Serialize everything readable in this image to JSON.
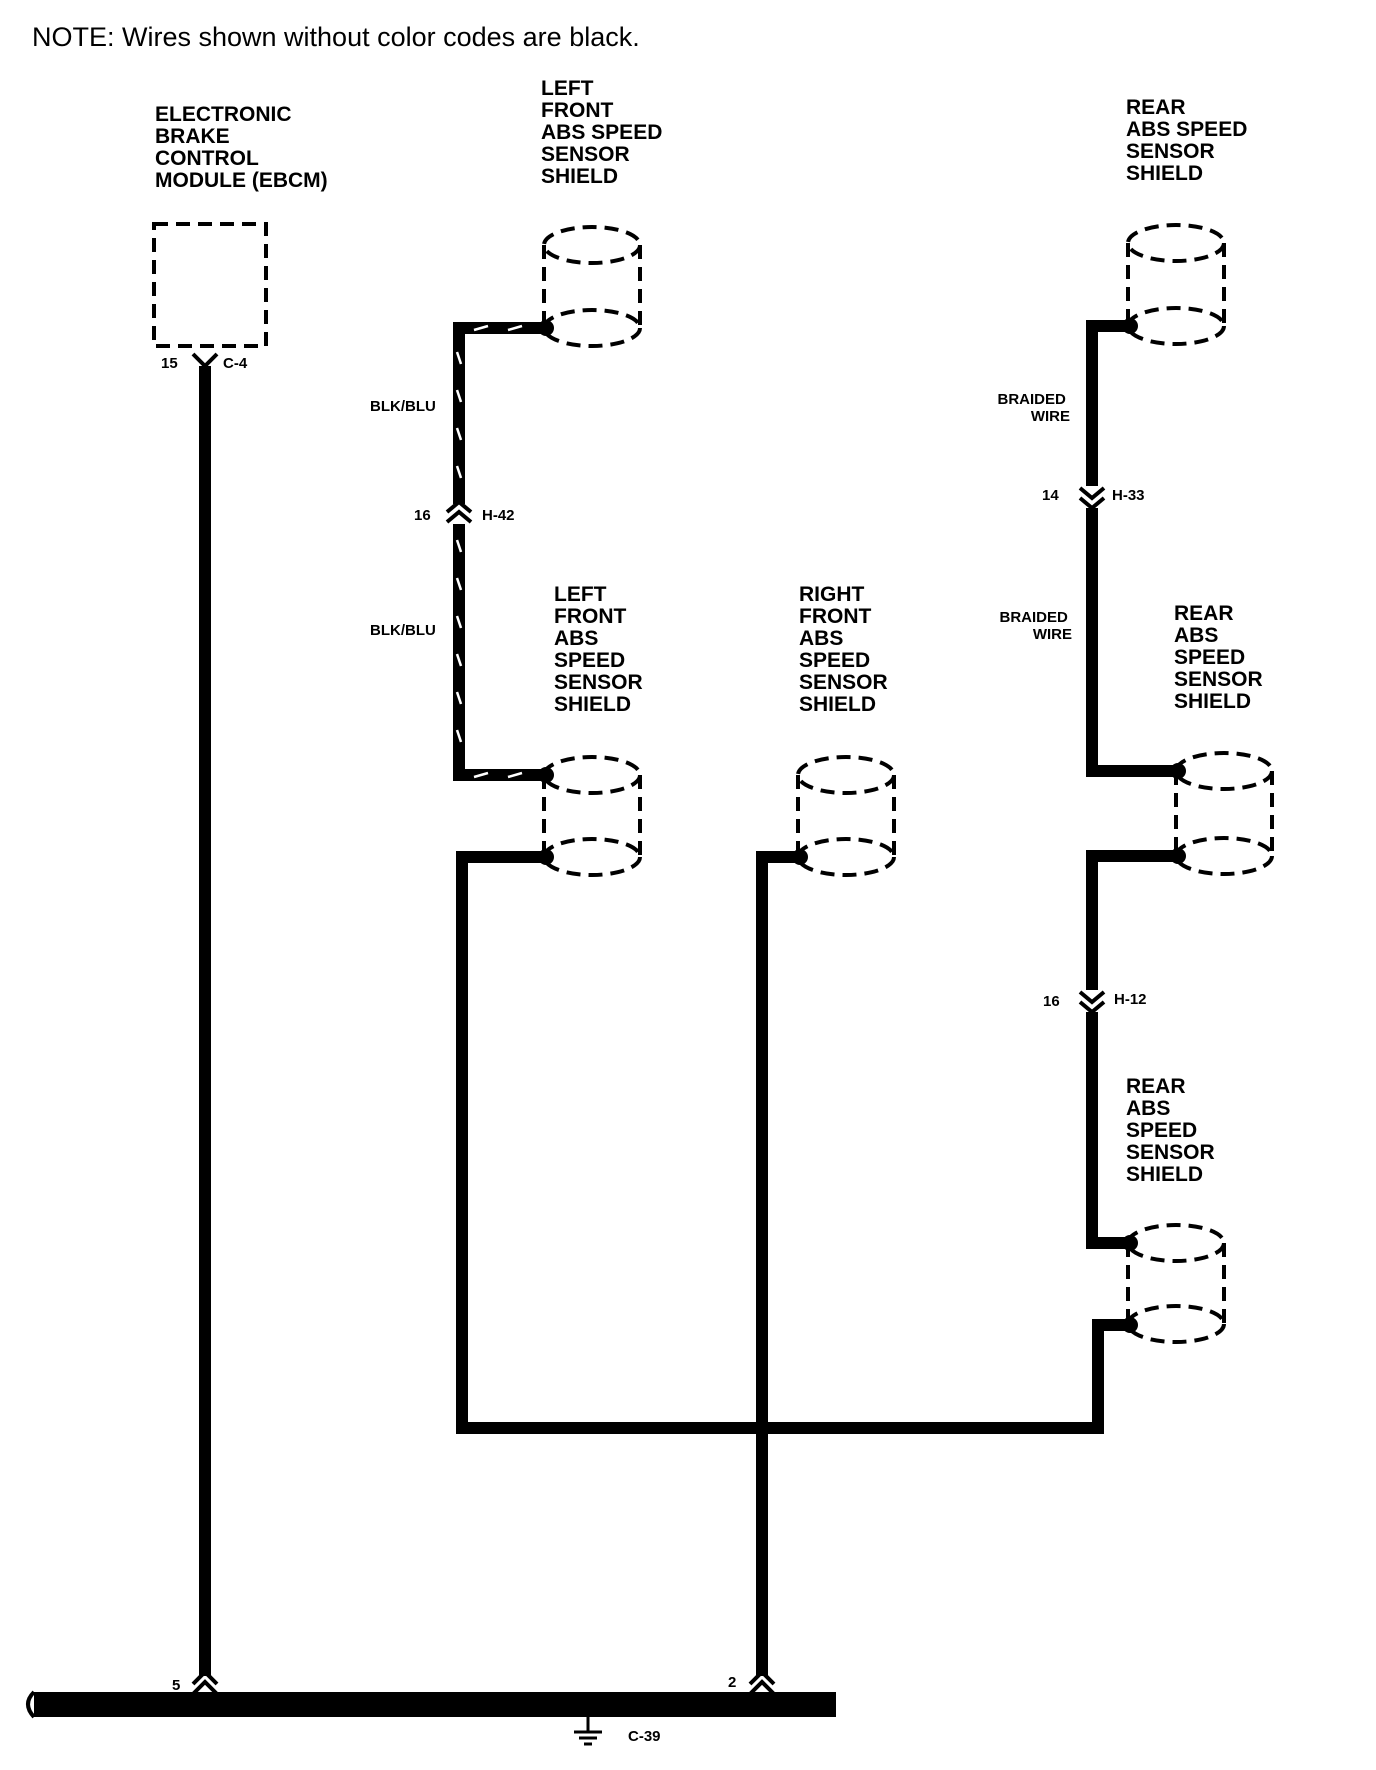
{
  "note": "NOTE: Wires shown without color codes are black.",
  "components": {
    "ebcm": [
      "ELECTRONIC",
      "BRAKE",
      "CONTROL",
      "MODULE (EBCM)"
    ],
    "lf_shield_top": [
      "LEFT",
      "FRONT",
      "ABS SPEED",
      "SENSOR",
      "SHIELD"
    ],
    "rear_shield_top": [
      "REAR",
      "ABS SPEED",
      "SENSOR",
      "SHIELD"
    ],
    "lf_shield_mid": [
      "LEFT",
      "FRONT",
      "ABS",
      "SPEED",
      "SENSOR",
      "SHIELD"
    ],
    "rf_shield": [
      "RIGHT",
      "FRONT",
      "ABS",
      "SPEED",
      "SENSOR",
      "SHIELD"
    ],
    "rear_shield_mid": [
      "REAR",
      "ABS",
      "SPEED",
      "SENSOR",
      "SHIELD"
    ],
    "rear_shield_low": [
      "REAR",
      "ABS",
      "SPEED",
      "SENSOR",
      "SHIELD"
    ]
  },
  "wire_labels": {
    "blk_blu_1": "BLK/BLU",
    "blk_blu_2": "BLK/BLU",
    "braided_1": [
      "BRAIDED",
      "WIRE"
    ],
    "braided_2": [
      "BRAIDED",
      "WIRE"
    ]
  },
  "connectors": {
    "c4": {
      "pin": "15",
      "name": "C-4"
    },
    "h42": {
      "pin": "16",
      "name": "H-42"
    },
    "h33": {
      "pin": "14",
      "name": "H-33"
    },
    "h12": {
      "pin": "16",
      "name": "H-12"
    },
    "ground_pin_5": "5",
    "ground_pin_2": "2",
    "c39": "C-39"
  }
}
